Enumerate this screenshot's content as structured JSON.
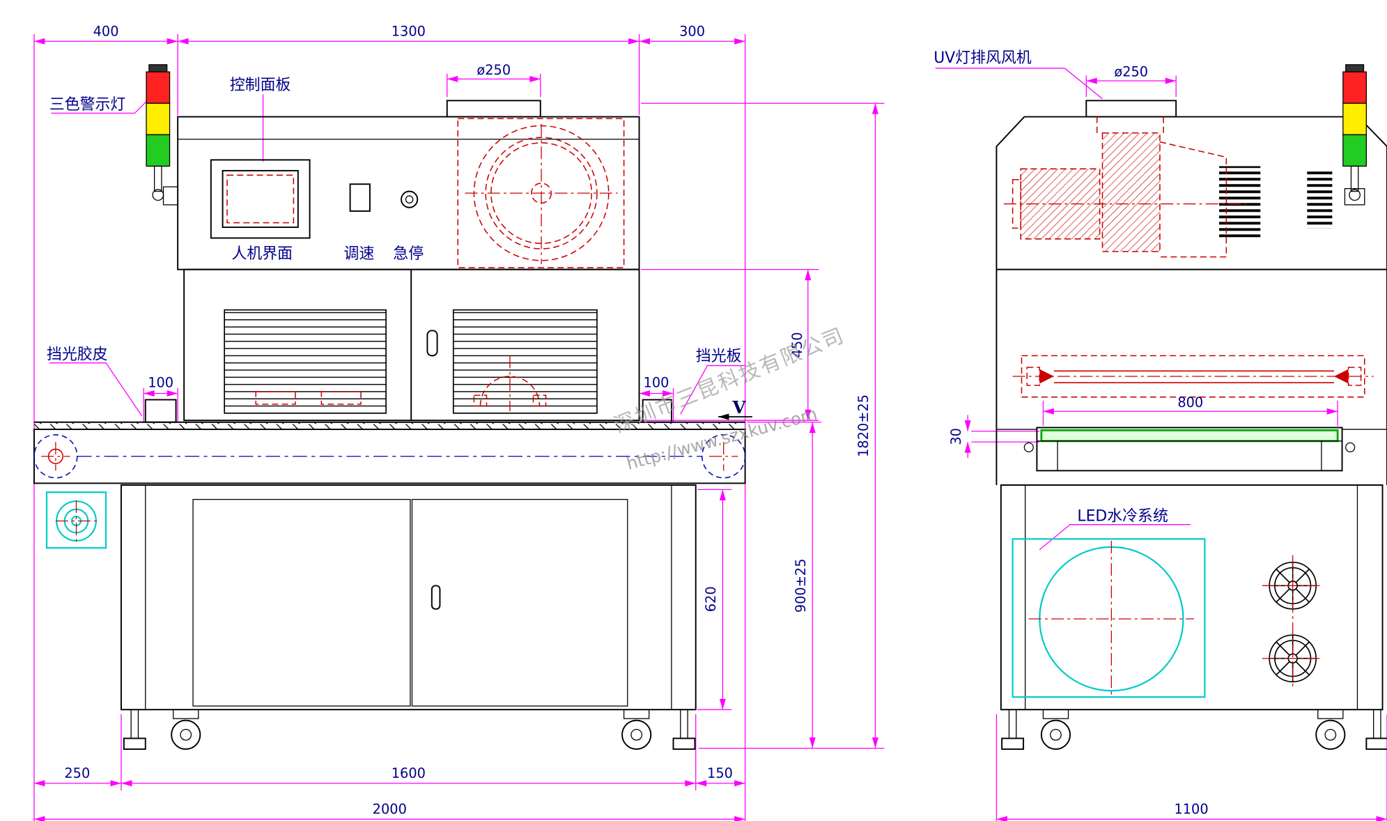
{
  "watermark": {
    "company": "深圳市三昆科技有限公司",
    "url": "http://www.szxkuv.com"
  },
  "front_view": {
    "labels": {
      "warning_light": "三色警示灯",
      "control_panel": "控制面板",
      "hmi": "人机界面",
      "speed": "调速",
      "estop": "急停",
      "shade_rubber": "挡光胶皮",
      "shade_plate": "挡光板",
      "belt_direction": "V"
    },
    "dims": {
      "top_left": "400",
      "top_mid": "1300",
      "top_right": "300",
      "fan_diameter": "ø250",
      "rubber_offset": "100",
      "plate_offset": "100",
      "mid_height": "450",
      "total_height": "1820±25",
      "cabinet_height": "620",
      "belt_level_height": "900±25",
      "bottom_left": "250",
      "bottom_mid": "1600",
      "bottom_right": "150",
      "total_width": "2000"
    }
  },
  "side_view": {
    "labels": {
      "uv_exhaust_fan": "UV灯排风风机",
      "led_cooling": "LED水冷系统"
    },
    "dims": {
      "duct_diameter": "ø250",
      "lamp_width": "800",
      "belt_thickness": "30",
      "total_depth": "1100"
    }
  },
  "colors": {
    "dimension": "#ff00ff",
    "outline": "#000000",
    "hidden_red": "#cc0000",
    "cooling_cyan": "#00cbcb",
    "belt_green": "#00aa00",
    "text_blue": "#00008b",
    "warn_red": "#ff2222",
    "warn_yellow": "#ffee00",
    "warn_green": "#22cc22"
  }
}
